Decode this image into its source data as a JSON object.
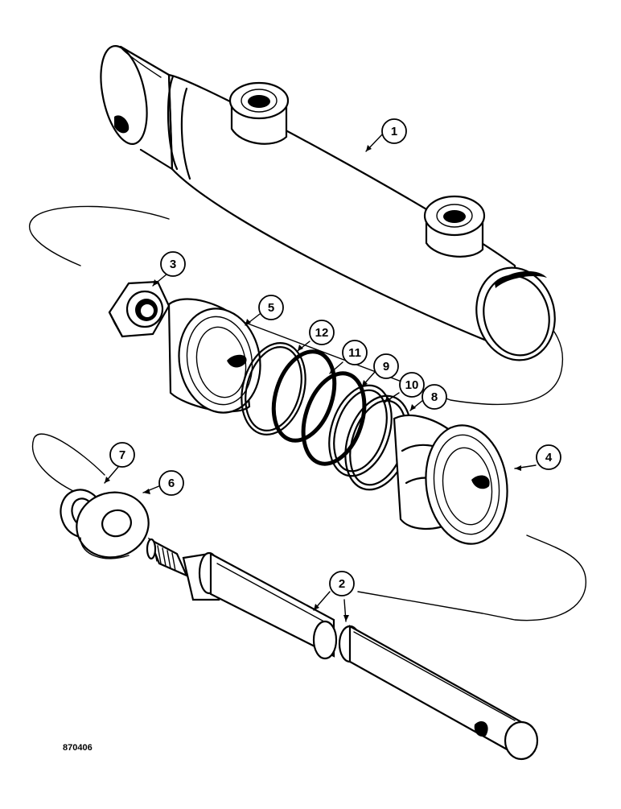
{
  "figure_id": "870406",
  "callouts": [
    {
      "id": "1",
      "label": "1"
    },
    {
      "id": "2",
      "label": "2"
    },
    {
      "id": "3",
      "label": "3"
    },
    {
      "id": "4",
      "label": "4"
    },
    {
      "id": "5",
      "label": "5"
    },
    {
      "id": "6",
      "label": "6"
    },
    {
      "id": "7",
      "label": "7"
    },
    {
      "id": "8",
      "label": "8"
    },
    {
      "id": "9",
      "label": "9"
    },
    {
      "id": "10",
      "label": "10"
    },
    {
      "id": "11",
      "label": "11"
    },
    {
      "id": "12",
      "label": "12"
    }
  ]
}
